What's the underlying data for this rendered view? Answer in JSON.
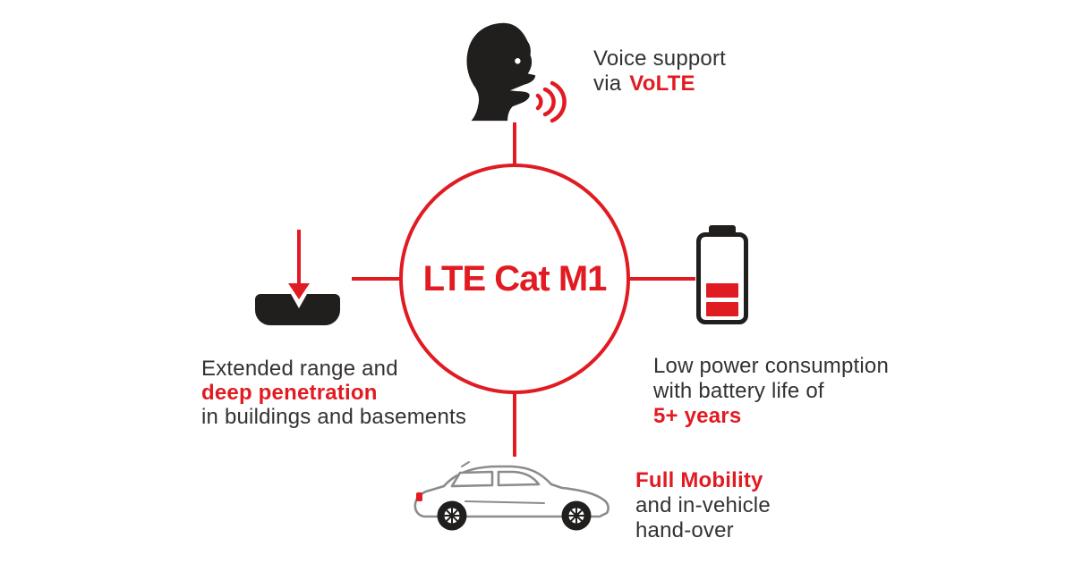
{
  "colors": {
    "accent_red": "#e11b22",
    "text_dark": "#343230",
    "icon_black": "#211f1e",
    "car_gray": "#8b8b8b",
    "bg": "#ffffff"
  },
  "center": {
    "label": "LTE Cat M1"
  },
  "features": {
    "voice": {
      "icon": "speaking-head-icon",
      "line1": "Voice support",
      "line2_plain": "via",
      "line2_accent": "VoLTE"
    },
    "penetration": {
      "icon": "penetration-arrow-icon",
      "line1": "Extended range and",
      "line2_accent": "deep penetration",
      "line3": "in buildings and basements"
    },
    "battery": {
      "icon": "battery-icon",
      "line1": "Low power consumption",
      "line2": "with battery life of",
      "line3_accent": "5+ years"
    },
    "mobility": {
      "icon": "car-icon",
      "line1_accent": "Full Mobility",
      "line2": "and in-vehicle",
      "line3": "hand-over"
    }
  }
}
